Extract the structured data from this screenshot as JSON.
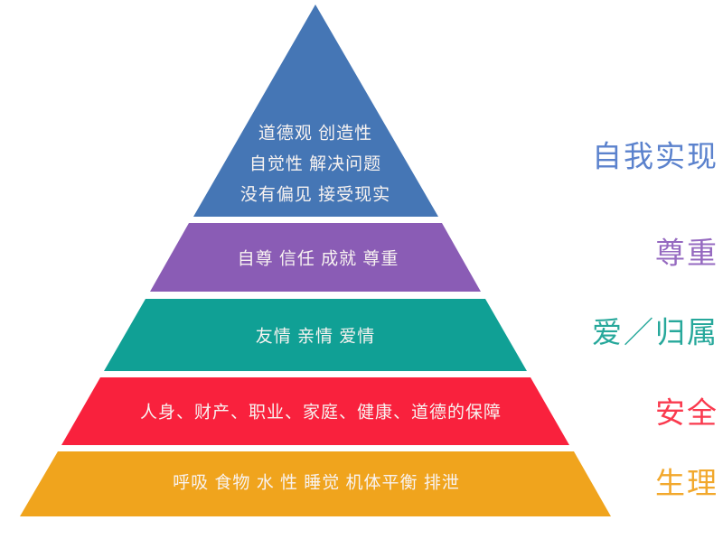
{
  "pyramid": {
    "text_color": "#f8f3f1",
    "levels": [
      {
        "id": "self-actualization",
        "side_label": "自我实现",
        "color": "#4576b5",
        "label_color": "#5b82cd",
        "lines": [
          "道德观 创造性",
          "自觉性 解决问题",
          "没有偏见 接受现实"
        ]
      },
      {
        "id": "esteem",
        "side_label": "尊重",
        "color": "#8a5cb5",
        "label_color": "#9569c0",
        "text": "自尊 信任 成就 尊重"
      },
      {
        "id": "love-belonging",
        "side_label": "爱／归属",
        "color": "#10a095",
        "label_color": "#27a89b",
        "text": "友情 亲情 爱情"
      },
      {
        "id": "safety",
        "side_label": "安全",
        "color": "#f9213d",
        "label_color": "#fa3a4e",
        "text": "人身、财产、职业、家庭、健康、道德的保障"
      },
      {
        "id": "physiological",
        "side_label": "生理",
        "color": "#f0a41d",
        "label_color": "#f2a82c",
        "text": "呼吸 食物 水 性 睡觉 机体平衡 排泄"
      }
    ]
  }
}
